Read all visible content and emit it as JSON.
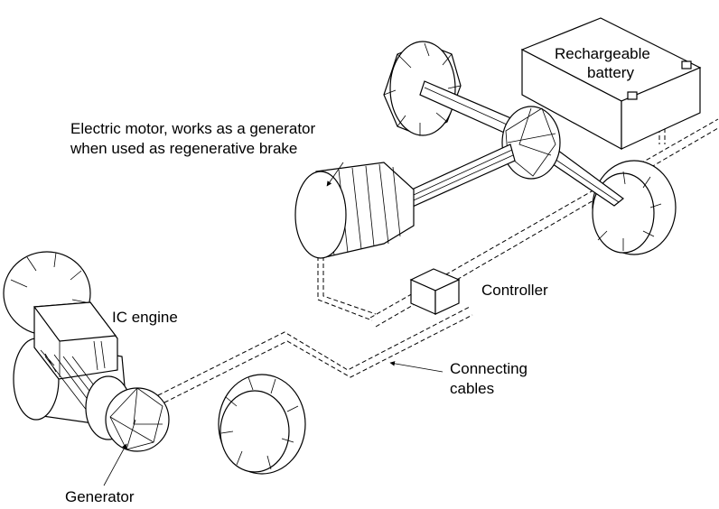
{
  "labels": {
    "battery": [
      "Rechargeable",
      "battery"
    ],
    "motor": [
      "Electric motor, works as a generator",
      "when used as regenerative brake"
    ],
    "controller": "Controller",
    "engine": "IC engine",
    "cables": [
      "Connecting",
      "cables"
    ],
    "generator": "Generator"
  }
}
